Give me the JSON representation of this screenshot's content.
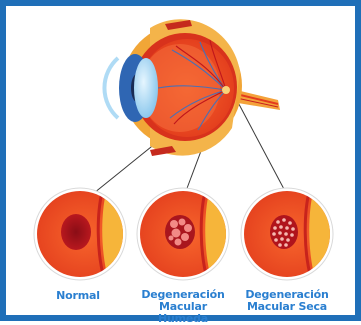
{
  "diagram": {
    "labels": {
      "normal": "Normal",
      "humeda_line1": "Degeneración",
      "humeda_line2": "Macular Humeda",
      "seca_line1": "Degeneración",
      "seca_line2": "Macular Seca"
    }
  },
  "colors": {
    "frame": "#1f6fb8",
    "label_text": "#2a7fd0",
    "retina": "#e9461e",
    "macula": "#a9161e",
    "sclera_edge": "#f6b53a"
  }
}
